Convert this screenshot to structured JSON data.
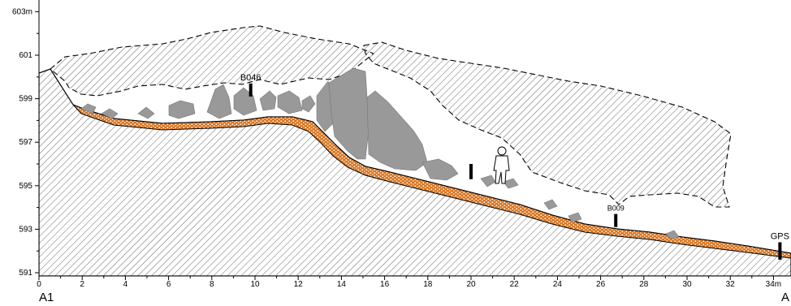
{
  "x_axis": {
    "ticks": [
      "0",
      "2",
      "4",
      "6",
      "8",
      "10",
      "12",
      "14",
      "16",
      "18",
      "20",
      "22",
      "24",
      "26",
      "28",
      "30",
      "32",
      "34m"
    ]
  },
  "y_axis": {
    "ticks": [
      "603m",
      "601",
      "599",
      "597",
      "595",
      "593",
      "591"
    ]
  },
  "markers": [
    {
      "label": "B046",
      "x_m": 9.8,
      "top_m": 599.7,
      "bottom_m": 599.1
    },
    {
      "label": "B009",
      "x_m": 26.7,
      "top_m": 593.7,
      "bottom_m": 593.1
    },
    {
      "label": "GPS",
      "x_m": 34.3,
      "top_m": 592.4,
      "bottom_m": 591.6
    }
  ],
  "unlabeled_marker": {
    "x_m": 20.0,
    "top_m": 596.0,
    "bottom_m": 595.3
  },
  "section_labels": {
    "start": "A1",
    "end": "A"
  },
  "colors": {
    "bedrock_hatch": "#555555",
    "boulder_fill": "#999999",
    "sediment_fill": "#d9741f",
    "sediment_dots": "#ffffff"
  }
}
